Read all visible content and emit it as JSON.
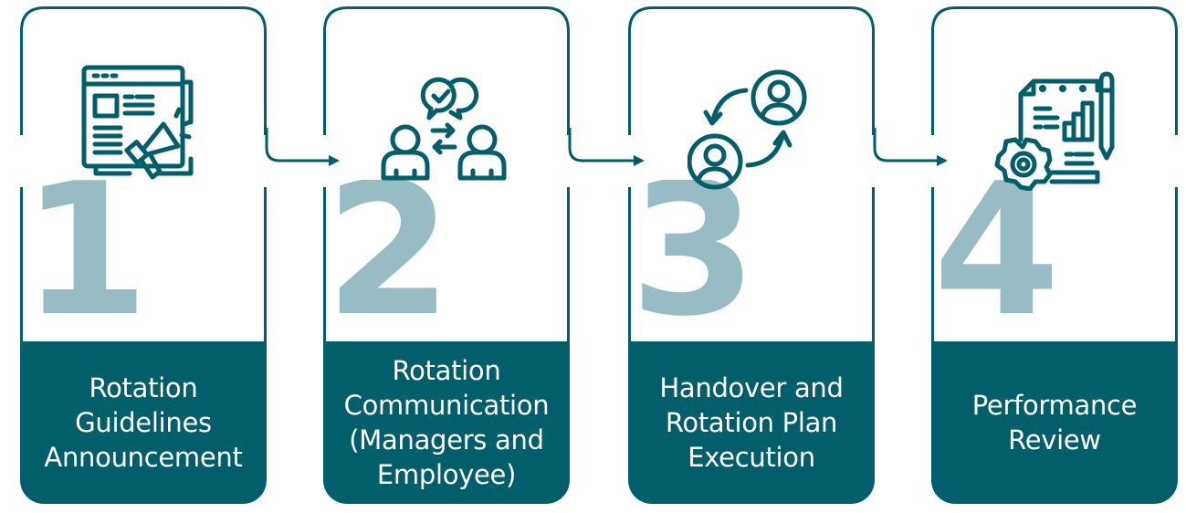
{
  "diagram": {
    "type": "process-flow",
    "colors": {
      "primary": "#025e6b",
      "number": "#97bcc4",
      "background": "#ffffff",
      "label_text": "#ffffff"
    },
    "steps": [
      {
        "number": "1",
        "icon": "announcement-megaphone-icon",
        "label": "Rotation\nGuidelines\nAnnouncement"
      },
      {
        "number": "2",
        "icon": "team-communication-icon",
        "label": "Rotation\nCommunication\n(Managers and\nEmployee)"
      },
      {
        "number": "3",
        "icon": "user-rotation-swap-icon",
        "label": "Handover and\nRotation Plan\nExecution"
      },
      {
        "number": "4",
        "icon": "performance-report-icon",
        "label": "Performance\nReview"
      }
    ],
    "connectors": [
      "1→2",
      "2→3",
      "3→4"
    ]
  }
}
